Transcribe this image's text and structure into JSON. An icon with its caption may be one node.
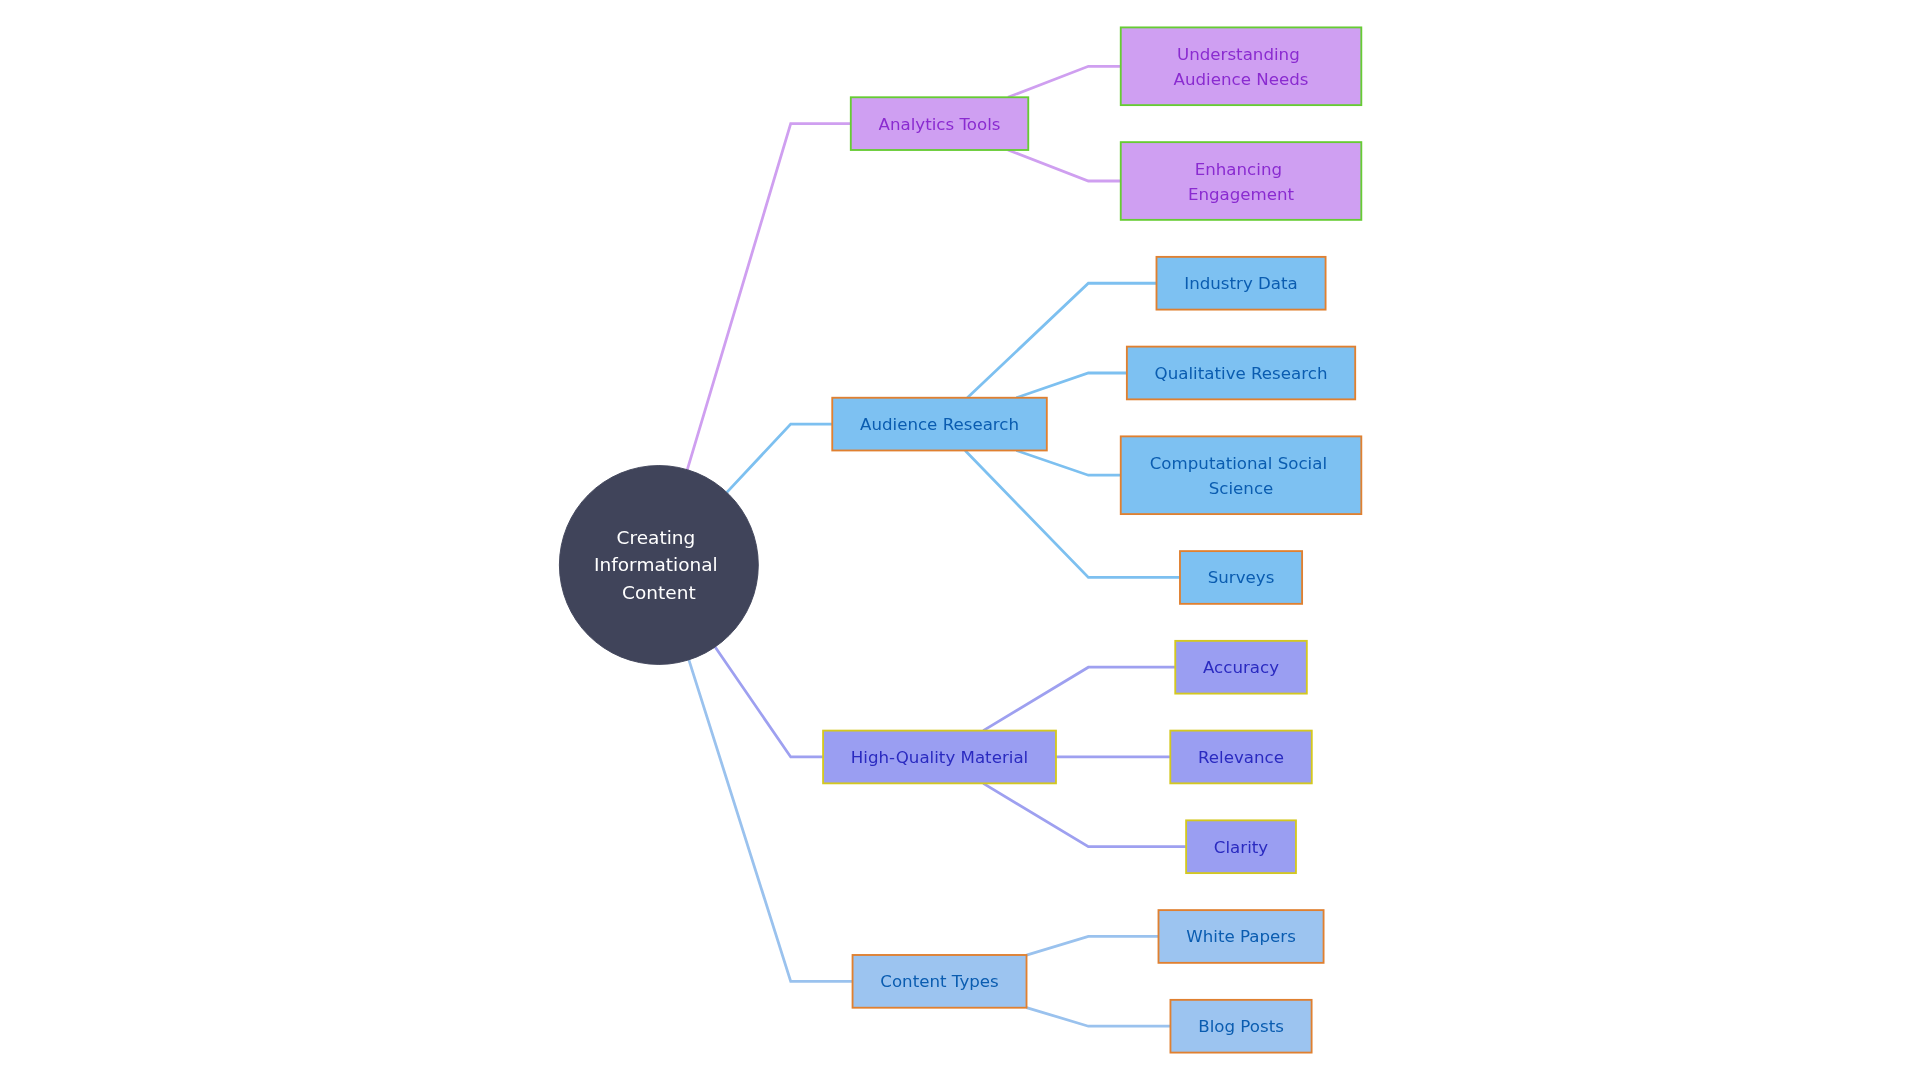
{
  "diagram": {
    "nodes": [
      {
        "text": [
          "Creating Informational Content"
        ]
      },
      {
        "text": [
          "Analytics Tools"
        ]
      },
      {
        "text": [
          "Understanding Audience Needs"
        ]
      },
      {
        "text": [
          "Enhancing Engagement"
        ]
      },
      {
        "text": [
          "Audience Research"
        ]
      },
      {
        "text": [
          "Industry Data"
        ]
      },
      {
        "text": [
          "Qualitative Research"
        ]
      },
      {
        "text": [
          "Computational Social Science"
        ]
      },
      {
        "text": [
          "Surveys"
        ]
      },
      {
        "text": [
          "High-Quality Material"
        ]
      },
      {
        "text": [
          "Accuracy"
        ]
      },
      {
        "text": [
          "Relevance"
        ]
      },
      {
        "text": [
          "Clarity"
        ]
      },
      {
        "text": [
          "Content Types"
        ]
      },
      {
        "text": [
          "White Papers"
        ]
      },
      {
        "text": [
          "Blog Posts"
        ]
      }
    ],
    "edges": [
      {
        "from": 0,
        "to": 1,
        "arrow": "none",
        "color": "#cf9ff0"
      },
      {
        "from": 1,
        "to": 2,
        "arrow": "none",
        "color": "#cf9ff0"
      },
      {
        "from": 1,
        "to": 3,
        "arrow": "none",
        "color": "#cf9ff0"
      },
      {
        "from": 0,
        "to": 4,
        "arrow": "none",
        "color": "#7dc0f0"
      },
      {
        "from": 4,
        "to": 5,
        "arrow": "none",
        "color": "#7dc0f0"
      },
      {
        "from": 4,
        "to": 6,
        "arrow": "none",
        "color": "#7dc0f0"
      },
      {
        "from": 4,
        "to": 7,
        "arrow": "none",
        "color": "#7dc0f0"
      },
      {
        "from": 4,
        "to": 8,
        "arrow": "none",
        "color": "#7dc0f0"
      },
      {
        "from": 0,
        "to": 9,
        "arrow": "none",
        "color": "#9ea0f0"
      },
      {
        "from": 9,
        "to": 10,
        "arrow": "none",
        "color": "#9ea0f0"
      },
      {
        "from": 9,
        "to": 11,
        "arrow": "none",
        "color": "#9ea0f0"
      },
      {
        "from": 9,
        "to": 12,
        "arrow": "none",
        "color": "#9ea0f0"
      },
      {
        "from": 0,
        "to": 13,
        "arrow": "none",
        "color": "#9ac2ee"
      },
      {
        "from": 13,
        "to": 14,
        "arrow": "none",
        "color": "#9ac2ee"
      },
      {
        "from": 13,
        "to": 15,
        "arrow": "none",
        "color": "#9ac2ee"
      }
    ]
  }
}
